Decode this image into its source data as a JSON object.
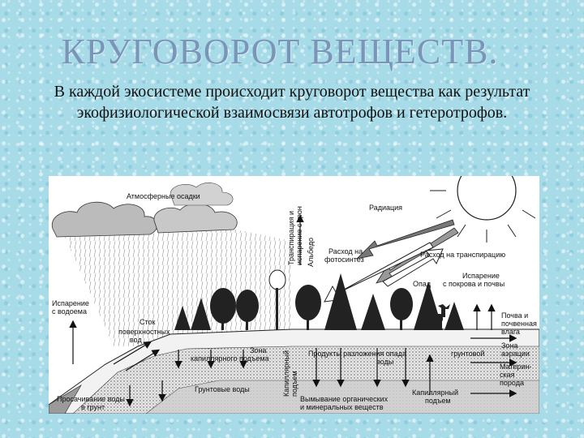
{
  "slide": {
    "title": "КРУГОВОРОТ ВЕЩЕСТВ.",
    "subtitle": "В каждой экосистеме происходит круговорот вещества как результат экофизиологической взаимосвязи автотрофов и гетеротрофов."
  },
  "diagram": {
    "precipitation": "Атмосферные осадки",
    "radiation": "Радиация",
    "transpiration_1": "Транспирация и",
    "transpiration_2": "испарение с крон",
    "albedo": "Альбедо",
    "photosynthesis_1": "Расход на",
    "photosynthesis_2": "фотосинтез",
    "transpiration_use": "Расход на транспирацию",
    "soil_evap_1": "Испарение",
    "soil_evap_2": "с покрова и почвы",
    "litter": "Опад",
    "water_evap_1": "Испарение",
    "water_evap_2": "с водоема",
    "runoff_1": "Сток",
    "runoff_2": "поверхностных",
    "runoff_3": "вод",
    "capillary_zone_1": "Зона",
    "capillary_zone_2": "капиллярного подъема",
    "capillary_rise_vert_1": "Капиллярный",
    "capillary_rise_vert_2": "подъем",
    "decomposition": "Продукты разложения опада",
    "groundwater_label": "грунтовой",
    "groundwater_label_2": "воды",
    "soil_1": "Почва и",
    "soil_2": "почвенная",
    "soil_3": "влага",
    "aeration_1": "Зона",
    "aeration_2": "аэрации",
    "bedrock_1": "Материн-",
    "bedrock_2": "ская",
    "bedrock_3": "порода",
    "groundwater": "Грунтовые воды",
    "seepage_1": "Просачивание воды",
    "seepage_2": "в грунт",
    "leaching_1": "Вымывание органических",
    "leaching_2": "и минеральных веществ",
    "capillary_bottom_1": "Капиллярный",
    "capillary_bottom_2": "подъем"
  }
}
